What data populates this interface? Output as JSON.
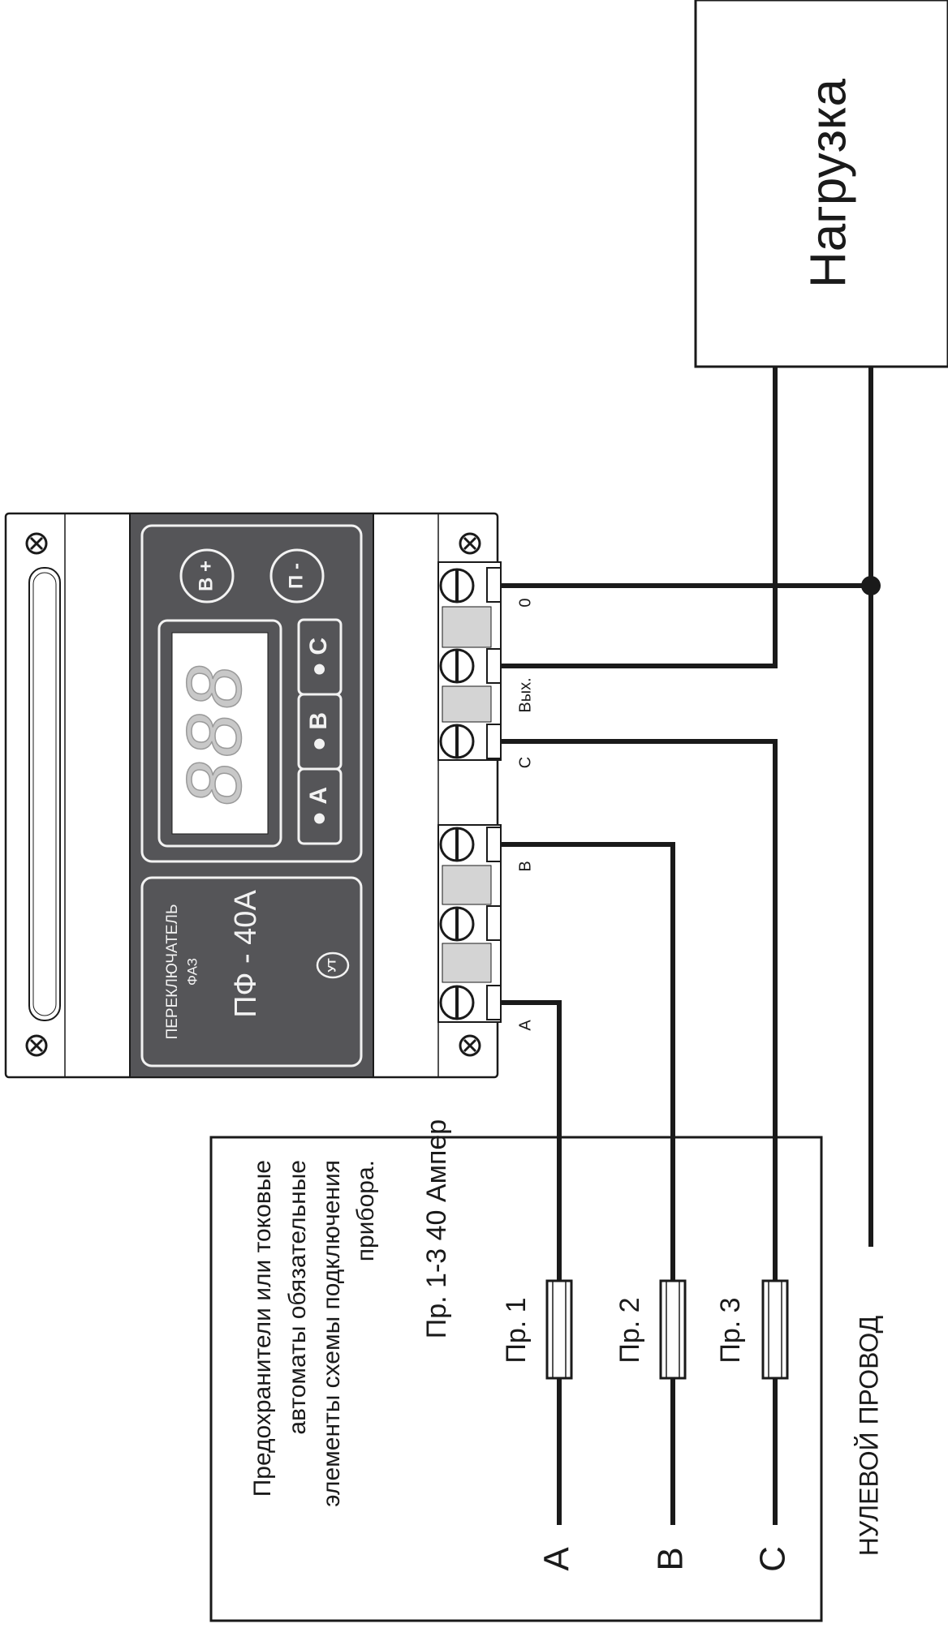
{
  "load": {
    "label": "Нагрузка"
  },
  "device": {
    "title_line1": "ПЕРЕКЛЮЧАТЕЛЬ",
    "title_line2": "ФАЗ",
    "model": "ПФ - 40А",
    "logo": "УТ",
    "display_digits": "888",
    "buttons": {
      "plus": "В +",
      "minus": "П -"
    },
    "phase_indicators": [
      "● А",
      "● В",
      "● С"
    ]
  },
  "terminals": [
    "А",
    "В",
    "С",
    "Вых.",
    "0"
  ],
  "note": {
    "lines": [
      "Предохранители или токовые",
      "автоматы обязательные",
      "элементы схемы подключения",
      "прибора."
    ],
    "rating": "Пр. 1-3  40 Ампер"
  },
  "fuses": [
    "Пр. 1",
    "Пр. 2",
    "Пр. 3"
  ],
  "phases": [
    "А",
    "В",
    "С"
  ],
  "neutral_label": "НУЛЕВОЙ  ПРОВОД"
}
